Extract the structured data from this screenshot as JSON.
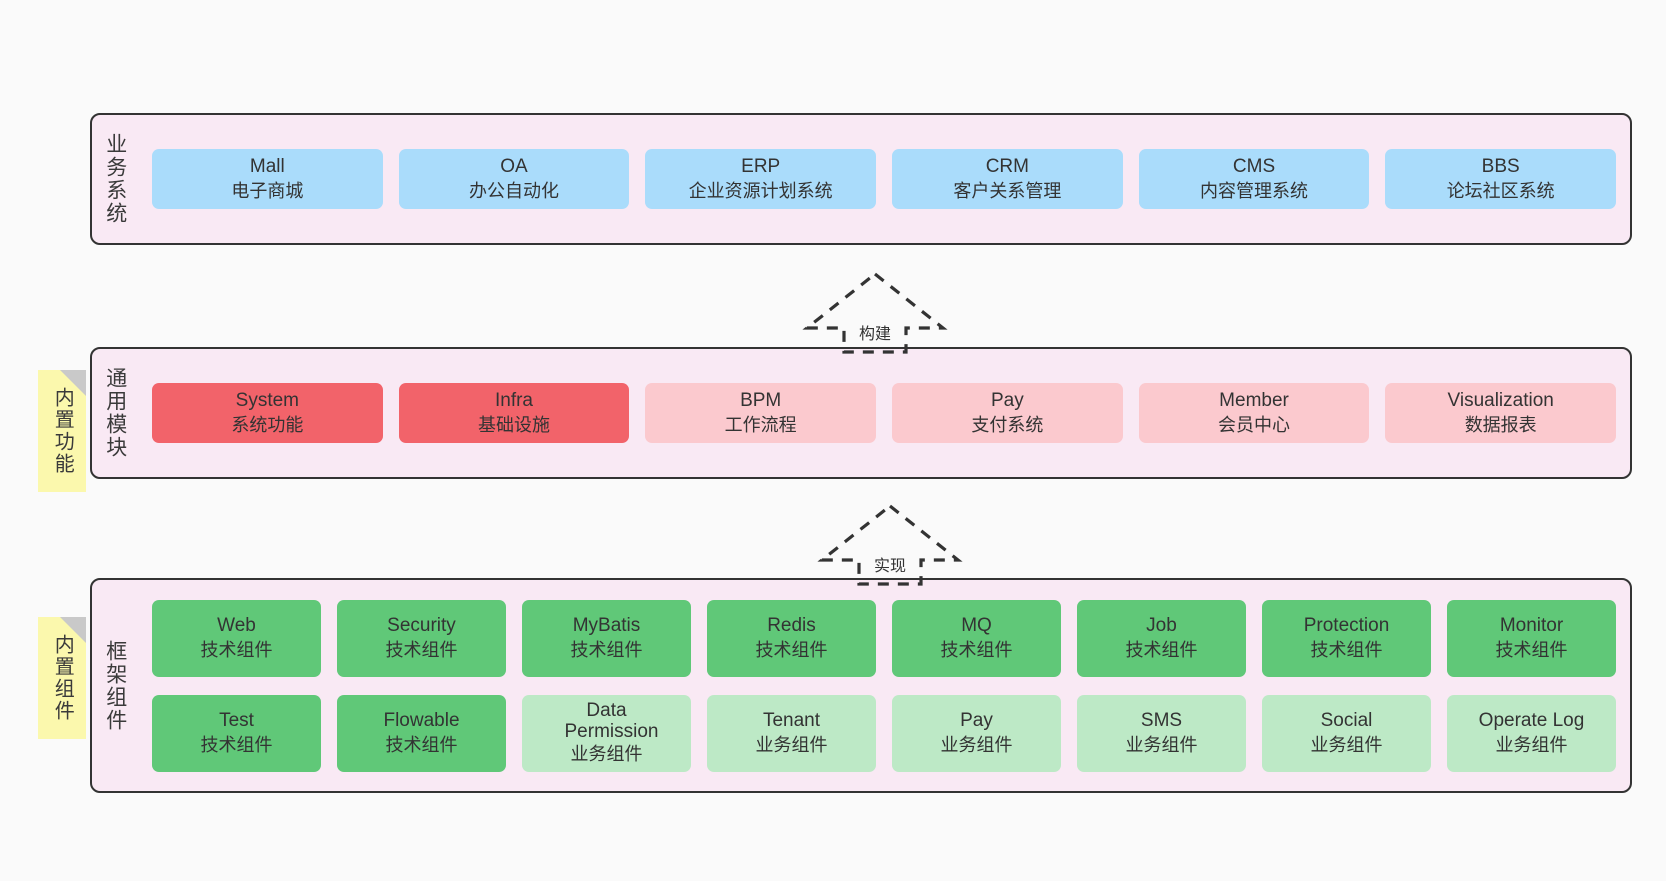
{
  "diagram": {
    "background_color": "#fafafa",
    "layer_fill": "#f9e9f4",
    "layer_border": "#333333",
    "colors": {
      "blue": "#aadcfb",
      "red": "#f2636a",
      "pink": "#fbc9ce",
      "green": "#60c878",
      "light_green": "#bde9c6",
      "sticky_yellow": "#fbf8ad",
      "sticky_fold": "#c9c9c9"
    }
  },
  "layers": [
    {
      "id": "business-systems",
      "title": "业务系统",
      "rows": [
        {
          "cards": [
            {
              "name": "Mall",
              "sub": "电子商城",
              "color": "blue"
            },
            {
              "name": "OA",
              "sub": "办公自动化",
              "color": "blue"
            },
            {
              "name": "ERP",
              "sub": "企业资源计划系统",
              "color": "blue"
            },
            {
              "name": "CRM",
              "sub": "客户关系管理",
              "color": "blue"
            },
            {
              "name": "CMS",
              "sub": "内容管理系统",
              "color": "blue"
            },
            {
              "name": "BBS",
              "sub": "论坛社区系统",
              "color": "blue"
            }
          ]
        }
      ]
    },
    {
      "id": "common-modules",
      "title": "通用模块",
      "sticky": "内置功能",
      "rows": [
        {
          "cards": [
            {
              "name": "System",
              "sub": "系统功能",
              "color": "red"
            },
            {
              "name": "Infra",
              "sub": "基础设施",
              "color": "red"
            },
            {
              "name": "BPM",
              "sub": "工作流程",
              "color": "pink"
            },
            {
              "name": "Pay",
              "sub": "支付系统",
              "color": "pink"
            },
            {
              "name": "Member",
              "sub": "会员中心",
              "color": "pink"
            },
            {
              "name": "Visualization",
              "sub": "数据报表",
              "color": "pink"
            }
          ]
        }
      ]
    },
    {
      "id": "framework-components",
      "title": "框架组件",
      "sticky": "内置组件",
      "rows": [
        {
          "cards": [
            {
              "name": "Web",
              "sub": "技术组件",
              "color": "green"
            },
            {
              "name": "Security",
              "sub": "技术组件",
              "color": "green"
            },
            {
              "name": "MyBatis",
              "sub": "技术组件",
              "color": "green"
            },
            {
              "name": "Redis",
              "sub": "技术组件",
              "color": "green"
            },
            {
              "name": "MQ",
              "sub": "技术组件",
              "color": "green"
            },
            {
              "name": "Job",
              "sub": "技术组件",
              "color": "green"
            },
            {
              "name": "Protection",
              "sub": "技术组件",
              "color": "green"
            },
            {
              "name": "Monitor",
              "sub": "技术组件",
              "color": "green"
            }
          ]
        },
        {
          "cards": [
            {
              "name": "Test",
              "sub": "技术组件",
              "color": "green"
            },
            {
              "name": "Flowable",
              "sub": "技术组件",
              "color": "green"
            },
            {
              "name": "Data Permission",
              "sub": "业务组件",
              "color": "light_green"
            },
            {
              "name": "Tenant",
              "sub": "业务组件",
              "color": "light_green"
            },
            {
              "name": "Pay",
              "sub": "业务组件",
              "color": "light_green"
            },
            {
              "name": "SMS",
              "sub": "业务组件",
              "color": "light_green"
            },
            {
              "name": "Social",
              "sub": "业务组件",
              "color": "light_green"
            },
            {
              "name": "Operate Log",
              "sub": "业务组件",
              "color": "light_green"
            }
          ]
        }
      ]
    }
  ],
  "connectors": [
    {
      "id": "build",
      "label": "构建",
      "style": "dashed-hollow-arrow-up"
    },
    {
      "id": "implement",
      "label": "实现",
      "style": "dashed-hollow-arrow-up"
    }
  ]
}
